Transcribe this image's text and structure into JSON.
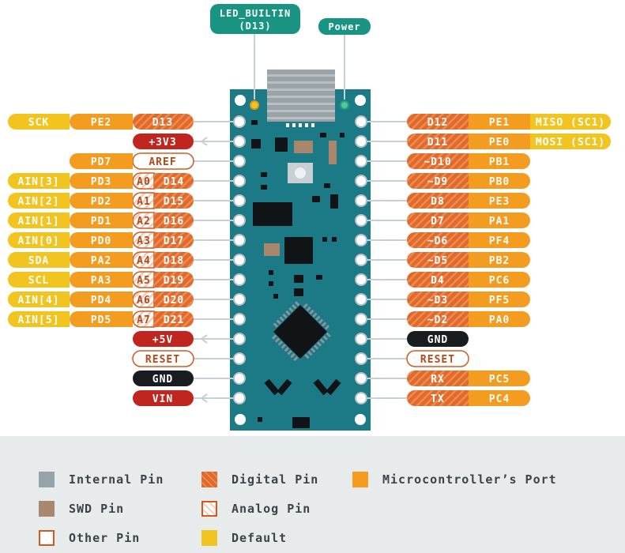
{
  "colors": {
    "board": "#1b7a86",
    "board_edge": "#156a75",
    "orange": "#f39c1f",
    "digital": "#e06a2c",
    "red": "#c0261f",
    "black": "#1a1d20",
    "teal": "#1a9482",
    "yellow": "#f2c41f",
    "swd": "#a8876d",
    "internal": "#96a3a9",
    "white": "#ffffff"
  },
  "top_labels": {
    "led_line1": "LED_BUILTIN",
    "led_line2": "(D13)",
    "power": "Power"
  },
  "left_pins": [
    {
      "name": "D13",
      "type": "digital",
      "ext": [
        {
          "text": "PE2",
          "type": "orange"
        },
        {
          "text": "SCK",
          "type": "yellow"
        }
      ]
    },
    {
      "name": "+3V3",
      "type": "power",
      "arrow": true,
      "ext": []
    },
    {
      "name": "AREF",
      "type": "other",
      "ext": [
        {
          "text": "PD7",
          "type": "orange"
        }
      ]
    },
    {
      "name": "D14",
      "analog": "A0",
      "type": "digital",
      "ext": [
        {
          "text": "PD3",
          "type": "orange"
        },
        {
          "text": "AIN[3]",
          "type": "yellow"
        }
      ]
    },
    {
      "name": "D15",
      "analog": "A1",
      "type": "digital",
      "ext": [
        {
          "text": "PD2",
          "type": "orange"
        },
        {
          "text": "AIN[2]",
          "type": "yellow"
        }
      ]
    },
    {
      "name": "D16",
      "analog": "A2",
      "type": "digital",
      "ext": [
        {
          "text": "PD1",
          "type": "orange"
        },
        {
          "text": "AIN[1]",
          "type": "yellow"
        }
      ]
    },
    {
      "name": "D17",
      "analog": "A3",
      "type": "digital",
      "ext": [
        {
          "text": "PD0",
          "type": "orange"
        },
        {
          "text": "AIN[0]",
          "type": "yellow"
        }
      ]
    },
    {
      "name": "D18",
      "analog": "A4",
      "type": "digital",
      "ext": [
        {
          "text": "PA2",
          "type": "orange"
        },
        {
          "text": "SDA",
          "type": "yellow"
        }
      ]
    },
    {
      "name": "D19",
      "analog": "A5",
      "type": "digital",
      "ext": [
        {
          "text": "PA3",
          "type": "orange"
        },
        {
          "text": "SCL",
          "type": "yellow"
        }
      ]
    },
    {
      "name": "D20",
      "analog": "A6",
      "type": "digital",
      "ext": [
        {
          "text": "PD4",
          "type": "orange"
        },
        {
          "text": "AIN[4]",
          "type": "yellow"
        }
      ]
    },
    {
      "name": "D21",
      "analog": "A7",
      "type": "digital",
      "ext": [
        {
          "text": "PD5",
          "type": "orange"
        },
        {
          "text": "AIN[5]",
          "type": "yellow"
        }
      ]
    },
    {
      "name": "+5V",
      "type": "power",
      "arrow": true,
      "ext": []
    },
    {
      "name": "RESET",
      "type": "other",
      "ext": []
    },
    {
      "name": "GND",
      "type": "gnd",
      "ext": []
    },
    {
      "name": "VIN",
      "type": "power",
      "arrow": true,
      "ext": []
    }
  ],
  "right_pins": [
    {
      "name": "D12",
      "type": "digital",
      "ext": [
        {
          "text": "PE1",
          "type": "orange"
        },
        {
          "text": "MISO (SC1)",
          "type": "yellow"
        }
      ]
    },
    {
      "name": "D11",
      "type": "digital",
      "ext": [
        {
          "text": "PE0",
          "type": "orange"
        },
        {
          "text": "MOSI (SC1)",
          "type": "yellow"
        }
      ]
    },
    {
      "name": "~D10",
      "type": "digital",
      "ext": [
        {
          "text": "PB1",
          "type": "orange"
        }
      ]
    },
    {
      "name": "~D9",
      "type": "digital",
      "ext": [
        {
          "text": "PB0",
          "type": "orange"
        }
      ]
    },
    {
      "name": "D8",
      "type": "digital",
      "ext": [
        {
          "text": "PE3",
          "type": "orange"
        }
      ]
    },
    {
      "name": "D7",
      "type": "digital",
      "ext": [
        {
          "text": "PA1",
          "type": "orange"
        }
      ]
    },
    {
      "name": "~D6",
      "type": "digital",
      "ext": [
        {
          "text": "PF4",
          "type": "orange"
        }
      ]
    },
    {
      "name": "~D5",
      "type": "digital",
      "ext": [
        {
          "text": "PB2",
          "type": "orange"
        }
      ]
    },
    {
      "name": "D4",
      "type": "digital",
      "ext": [
        {
          "text": "PC6",
          "type": "orange"
        }
      ]
    },
    {
      "name": "~D3",
      "type": "digital",
      "ext": [
        {
          "text": "PF5",
          "type": "orange"
        }
      ]
    },
    {
      "name": "~D2",
      "type": "digital",
      "ext": [
        {
          "text": "PA0",
          "type": "orange"
        }
      ]
    },
    {
      "name": "GND",
      "type": "gnd",
      "ext": []
    },
    {
      "name": "RESET",
      "type": "other",
      "ext": []
    },
    {
      "name": "RX",
      "type": "digital",
      "ext": [
        {
          "text": "PC5",
          "type": "orange"
        }
      ]
    },
    {
      "name": "TX",
      "type": "digital",
      "ext": [
        {
          "text": "PC4",
          "type": "orange"
        }
      ]
    }
  ],
  "legend": {
    "internal": "Internal Pin",
    "swd": "SWD Pin",
    "other": "Other Pin",
    "digital": "Digital Pin",
    "analog": "Analog Pin",
    "default": "Default",
    "port": "Microcontroller’s Port"
  }
}
